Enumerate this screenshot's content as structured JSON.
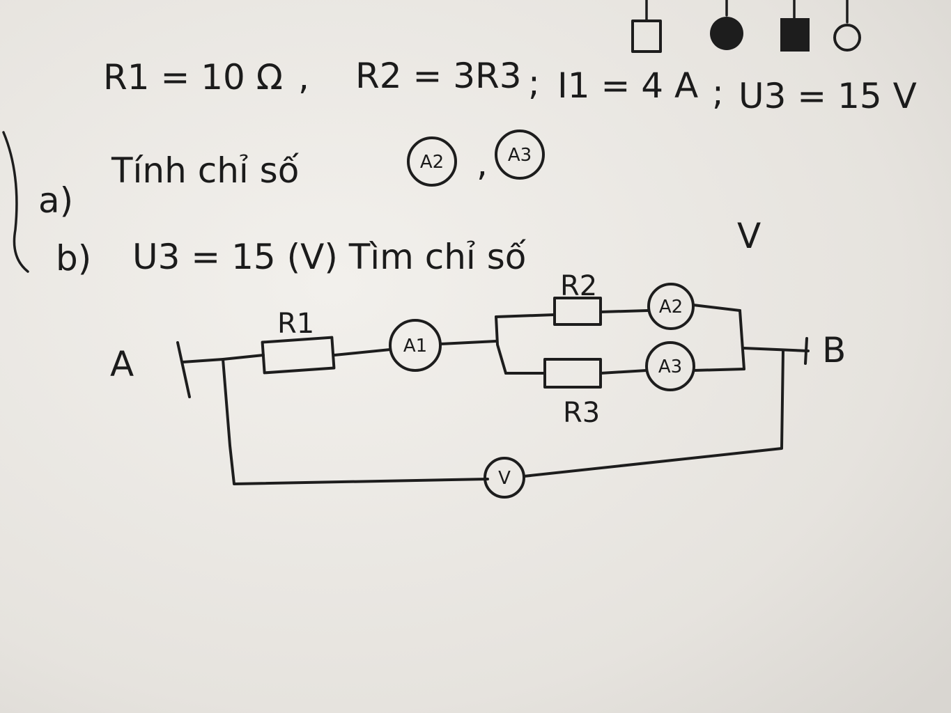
{
  "given": {
    "r1": "R1 = 10 Ω",
    "r2": "R2 = 3R3",
    "i1": "I1 = 4 A",
    "u3": "U3 = 15 V"
  },
  "tasks": {
    "a_marker": "a)",
    "a_text": "Tính chỉ số",
    "a_meter2": "A2",
    "a_meter3": "A3",
    "b_marker": "b)",
    "b_text": "U3 = 15 (V) Tìm chỉ số",
    "b_meter": "V"
  },
  "circuit": {
    "node_a": "A",
    "node_b": "B",
    "r1_label": "R1",
    "r2_label": "R2",
    "r3_label": "R3",
    "ammeter1": "A1",
    "ammeter2": "A2",
    "ammeter3": "A3",
    "voltmeter": "V"
  },
  "pedigree_symbols": [
    "square-open",
    "circle-filled",
    "square-filled",
    "circle-open"
  ],
  "colors": {
    "paper": "#e9e6e1",
    "ink": "#1d1d1d"
  }
}
